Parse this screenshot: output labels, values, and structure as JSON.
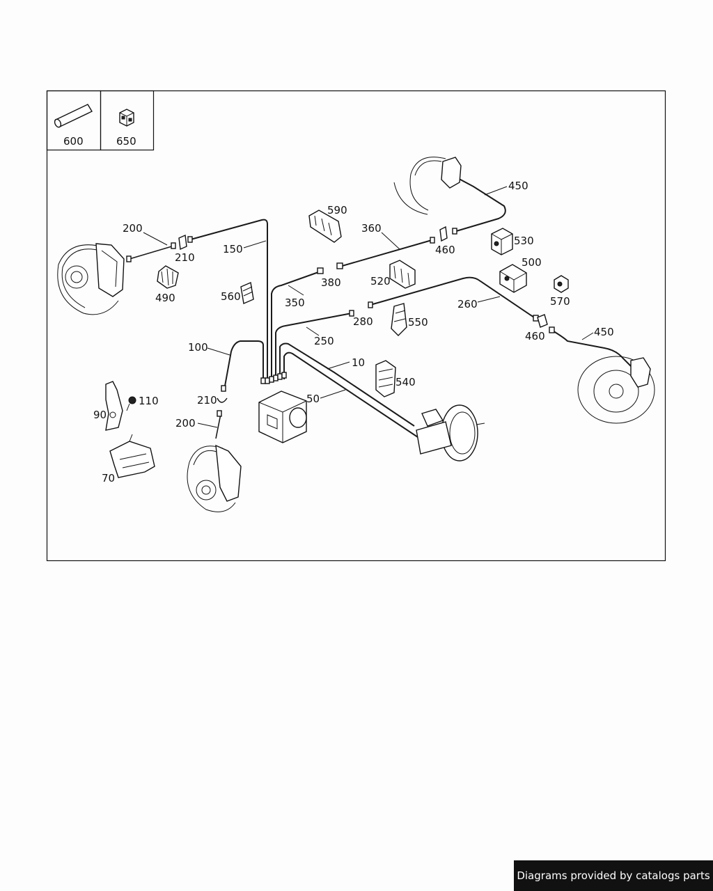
{
  "parts": {
    "p600": "600",
    "p650": "650",
    "p200a": "200",
    "p210a": "210",
    "p150": "150",
    "p590": "590",
    "p360": "360",
    "p460a": "460",
    "p450a": "450",
    "p530": "530",
    "p500": "500",
    "p570": "570",
    "p490": "490",
    "p560": "560",
    "p350": "350",
    "p380": "380",
    "p520": "520",
    "p260": "260",
    "p280": "280",
    "p550": "550",
    "p250": "250",
    "p460b": "460",
    "p450b": "450",
    "p100": "100",
    "p10": "10",
    "p540": "540",
    "p110": "110",
    "p90": "90",
    "p210b": "210",
    "p50": "50",
    "p200b": "200",
    "p70": "70"
  },
  "footer": {
    "credit": "Diagrams provided by catalogs parts"
  }
}
